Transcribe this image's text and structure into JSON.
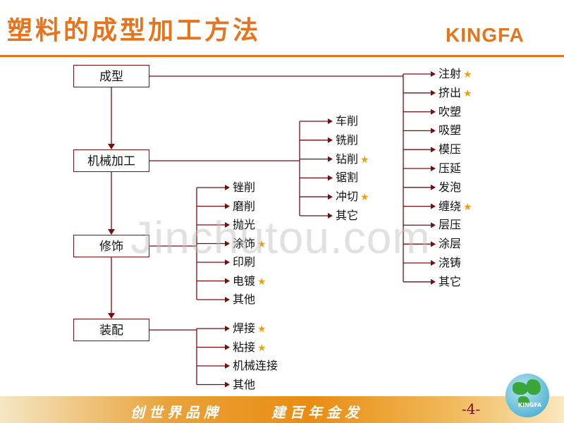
{
  "title": "塑料的成型加工方法",
  "logo": "KINGFA",
  "watermark": "Jinchutou.com",
  "footer": {
    "slogan_left": "创世界品牌",
    "slogan_right": "建百年金发",
    "page": "-4-",
    "globe_text": "KINGFA"
  },
  "colors": {
    "accent": "#e8731a",
    "line": "#7a0d0d",
    "star": "#f0a000"
  },
  "boxes": [
    {
      "id": "chengxing",
      "label": "成型"
    },
    {
      "id": "jixie",
      "label": "机械加工"
    },
    {
      "id": "xiushi",
      "label": "修饰"
    },
    {
      "id": "zhuangpei",
      "label": "装配"
    }
  ],
  "groups": {
    "chengxing": [
      {
        "label": "注射",
        "star": true
      },
      {
        "label": "挤出",
        "star": true
      },
      {
        "label": "吹塑",
        "star": false
      },
      {
        "label": "吸塑",
        "star": false
      },
      {
        "label": "模压",
        "star": false
      },
      {
        "label": "压延",
        "star": false
      },
      {
        "label": "发泡",
        "star": false
      },
      {
        "label": "缠绕",
        "star": true
      },
      {
        "label": "层压",
        "star": false
      },
      {
        "label": "涂层",
        "star": false
      },
      {
        "label": "浇铸",
        "star": false
      },
      {
        "label": "其它",
        "star": false
      }
    ],
    "jixie": [
      {
        "label": "车削",
        "star": false
      },
      {
        "label": "铣削",
        "star": false
      },
      {
        "label": "钻削",
        "star": true
      },
      {
        "label": "锯割",
        "star": false
      },
      {
        "label": "冲切",
        "star": true
      },
      {
        "label": "其它",
        "star": false
      }
    ],
    "xiushi": [
      {
        "label": "锉削",
        "star": false
      },
      {
        "label": "磨削",
        "star": false
      },
      {
        "label": "抛光",
        "star": false
      },
      {
        "label": "涂饰",
        "star": true
      },
      {
        "label": "印刷",
        "star": false
      },
      {
        "label": "电镀",
        "star": true
      },
      {
        "label": "其他",
        "star": false
      }
    ],
    "zhuangpei": [
      {
        "label": "焊接",
        "star": true
      },
      {
        "label": "粘接",
        "star": true
      },
      {
        "label": "机械连接",
        "star": false
      },
      {
        "label": "其他",
        "star": false
      }
    ]
  },
  "star_icon": "star-icon"
}
